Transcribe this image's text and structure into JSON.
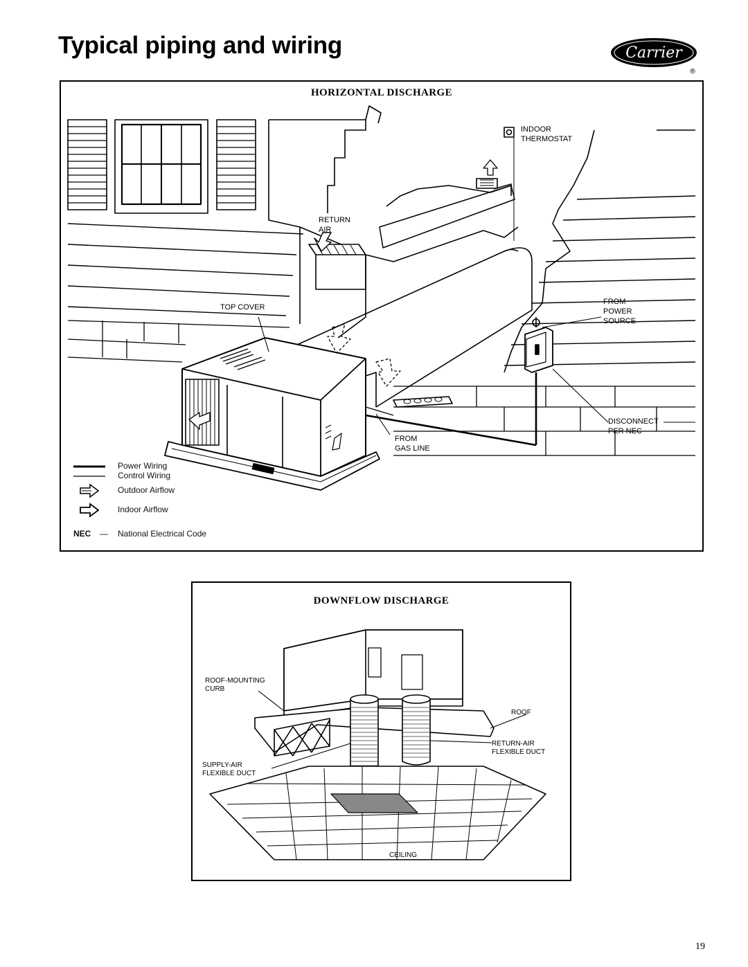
{
  "page": {
    "title": "Typical piping and wiring",
    "page_number": "19",
    "logo_text": "Carrier",
    "logo_registered": "®"
  },
  "horizontal_discharge": {
    "title": "HORIZONTAL DISCHARGE",
    "labels": {
      "indoor_thermostat_1": "INDOOR",
      "indoor_thermostat_2": "THERMOSTAT",
      "return_air_1": "RETURN",
      "return_air_2": "AIR",
      "top_cover": "TOP COVER",
      "from_power_source_1": "FROM",
      "from_power_source_2": "POWER",
      "from_power_source_3": "SOURCE",
      "from_gas_line_1": "FROM",
      "from_gas_line_2": "GAS LINE",
      "disconnect_1": "DISCONNECT",
      "disconnect_2": "PER NEC"
    },
    "legend": {
      "power_wiring": "Power Wiring",
      "control_wiring": "Control Wiring",
      "outdoor_airflow": "Outdoor Airflow",
      "indoor_airflow": "Indoor Airflow",
      "nec_abbr": "NEC",
      "nec_dash": "—",
      "nec_full": "National Electrical Code"
    }
  },
  "downflow_discharge": {
    "title": "DOWNFLOW DISCHARGE",
    "labels": {
      "roof_mounting_curb_1": "ROOF-MOUNTING",
      "roof_mounting_curb_2": "CURB",
      "roof": "ROOF",
      "return_air_duct_1": "RETURN-AIR",
      "return_air_duct_2": "FLEXIBLE DUCT",
      "supply_air_duct_1": "SUPPLY-AIR",
      "supply_air_duct_2": "FLEXIBLE DUCT",
      "ceiling": "CEILING"
    }
  }
}
